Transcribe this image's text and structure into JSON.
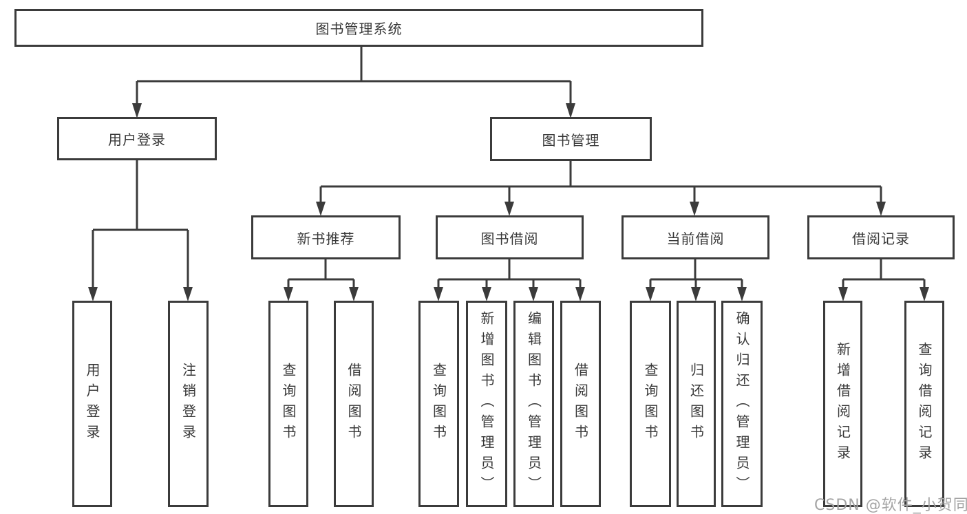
{
  "diagram_type": "hierarchy-tree",
  "colors": {
    "line": "#3b3b3b",
    "border": "#3b3b3b",
    "text": "#383838",
    "watermark": "#a4a4a4",
    "background": "#ffffff"
  },
  "tree": {
    "label": "图书管理系统",
    "children": [
      {
        "label": "用户登录",
        "children": [
          {
            "label": "用户登录"
          },
          {
            "label": "注销登录"
          }
        ]
      },
      {
        "label": "图书管理",
        "children": [
          {
            "label": "新书推荐",
            "children": [
              {
                "label": "查询图书"
              },
              {
                "label": "借阅图书"
              }
            ]
          },
          {
            "label": "图书借阅",
            "children": [
              {
                "label": "查询图书"
              },
              {
                "label": "新增图书（管理员）"
              },
              {
                "label": "编辑图书（管理员）"
              },
              {
                "label": "借阅图书"
              }
            ]
          },
          {
            "label": "当前借阅",
            "children": [
              {
                "label": "查询图书"
              },
              {
                "label": "归还图书"
              },
              {
                "label": "确认归还（管理员）"
              }
            ]
          },
          {
            "label": "借阅记录",
            "children": [
              {
                "label": "新增借阅记录"
              },
              {
                "label": "查询借阅记录"
              }
            ]
          }
        ]
      }
    ]
  },
  "watermark": {
    "text": "CSDN @软件_小贺同学"
  }
}
